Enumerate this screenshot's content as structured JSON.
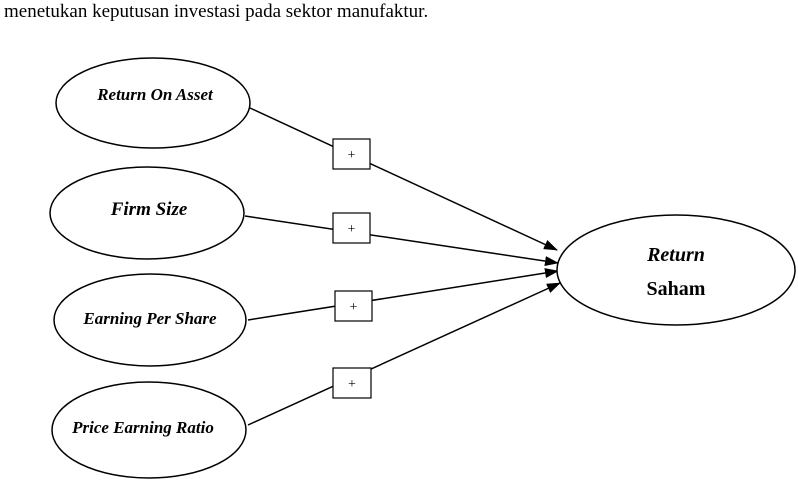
{
  "intro_text": "menetukan keputusan investasi pada sektor manufaktur.",
  "nodes": {
    "roa": "Return On Asset",
    "firm_size": "Firm Size",
    "eps": "Earning Per Share",
    "per": "Price Earning Ratio",
    "return_line1": "Return",
    "return_line2": "Saham"
  },
  "signs": {
    "roa": "+",
    "firm_size": "+",
    "eps": "+",
    "per": "+"
  }
}
